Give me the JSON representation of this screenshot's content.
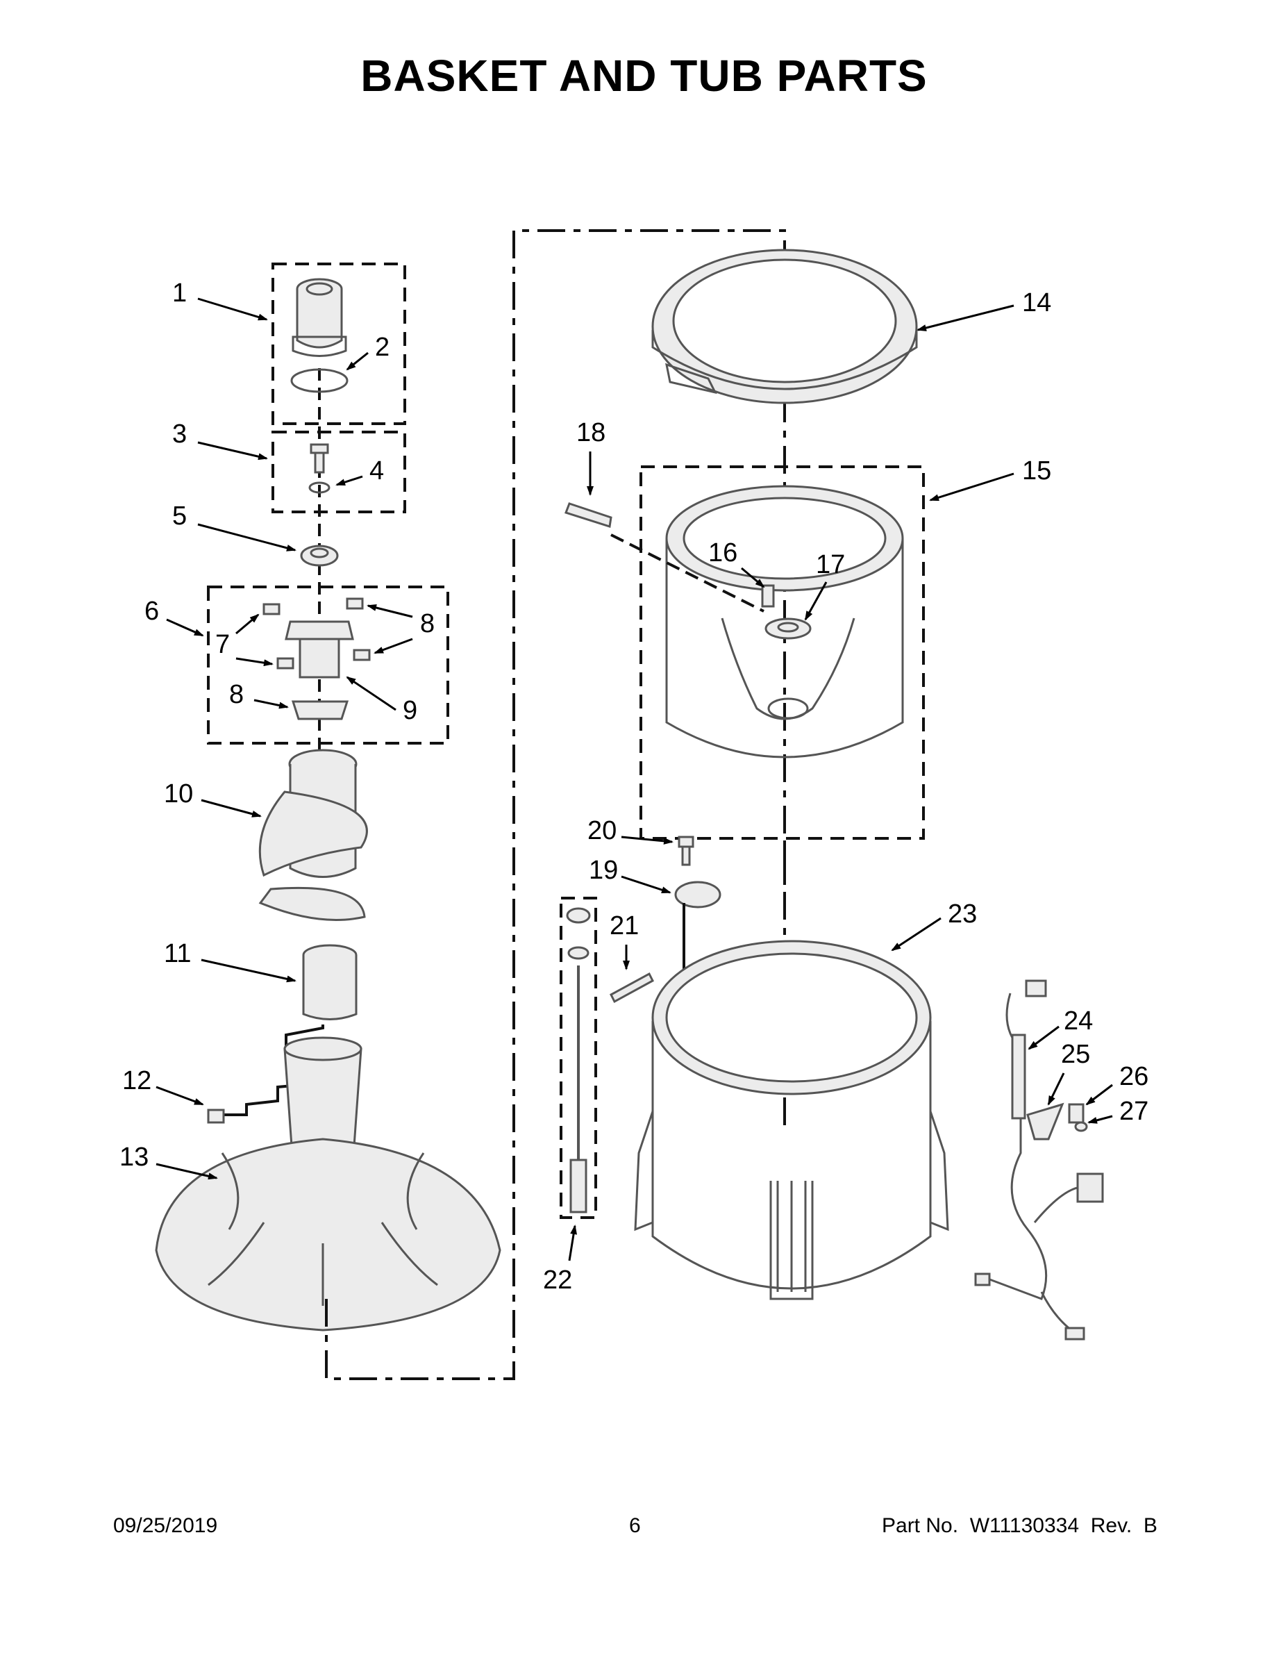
{
  "title": "BASKET AND TUB PARTS",
  "footer": {
    "date": "09/25/2019",
    "page": "6",
    "part_number": "Part No.  W11130334  Rev.  B"
  },
  "callouts": [
    "1",
    "2",
    "3",
    "4",
    "5",
    "6",
    "7",
    "8",
    "8",
    "9",
    "10",
    "11",
    "12",
    "13",
    "14",
    "15",
    "16",
    "17",
    "18",
    "19",
    "20",
    "21",
    "22",
    "23",
    "24",
    "25",
    "26",
    "27"
  ]
}
